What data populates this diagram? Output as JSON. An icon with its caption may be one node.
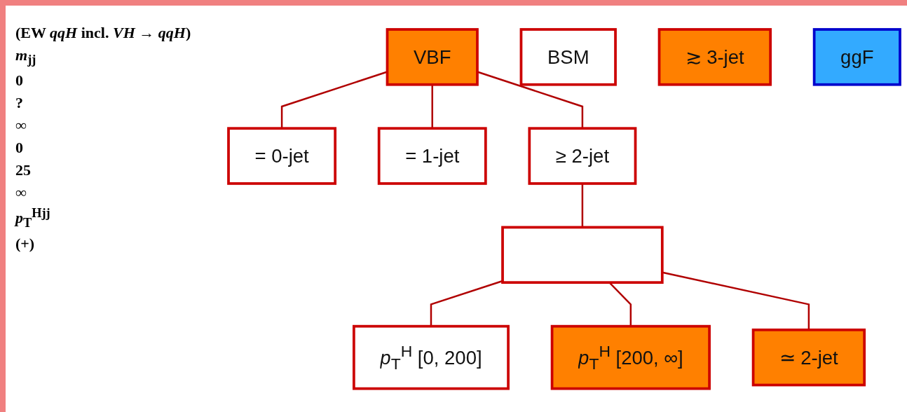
{
  "diagram": {
    "nodes": [
      {
        "text": [
          "VBF"
        ]
      },
      {
        "text": [
          "= 0-jet"
        ]
      },
      {
        "text": [
          "= 1-jet"
        ]
      },
      {
        "text": [
          "≥ 2-jet"
        ]
      },
      {
        "text": [],
        "shape": "box"
      },
      {
        "text": [
          "*p*$_{T}$$^{H}$ [0, 200]"
        ]
      },
      {
        "text": [
          "BSM"
        ]
      },
      {
        "text": [
          "*p*$_{T}$$^{H}$ [200, ∞]"
        ]
      },
      {
        "text": [
          "≃ 2-jet"
        ]
      },
      {
        "text": [
          "≳ 3-jet"
        ]
      },
      {
        "text": [
          "ggF"
        ]
      }
    ],
    "edges": [
      {
        "from": 0,
        "to": 1,
        "arrow": "none"
      },
      {
        "from": 0,
        "to": 2,
        "arrow": "none"
      },
      {
        "from": 0,
        "to": 3,
        "arrow": "none"
      },
      {
        "from": 3,
        "to": 4,
        "arrow": "none"
      },
      {
        "from": 4,
        "to": 5,
        "arrow": "none"
      },
      {
        "from": 4,
        "to": 7,
        "arrow": "none"
      },
      {
        "from": 4,
        "to": 8,
        "arrow": "none"
      }
    ],
    "labels": [
      "(EW *qqH* incl. *VH* → *qqH*)",
      "*m*$_{jj}$",
      "0",
      "?",
      "∞",
      "0",
      "25",
      "∞",
      "*p*$_{T}$$^{Hjj}$",
      "(+)"
    ]
  }
}
